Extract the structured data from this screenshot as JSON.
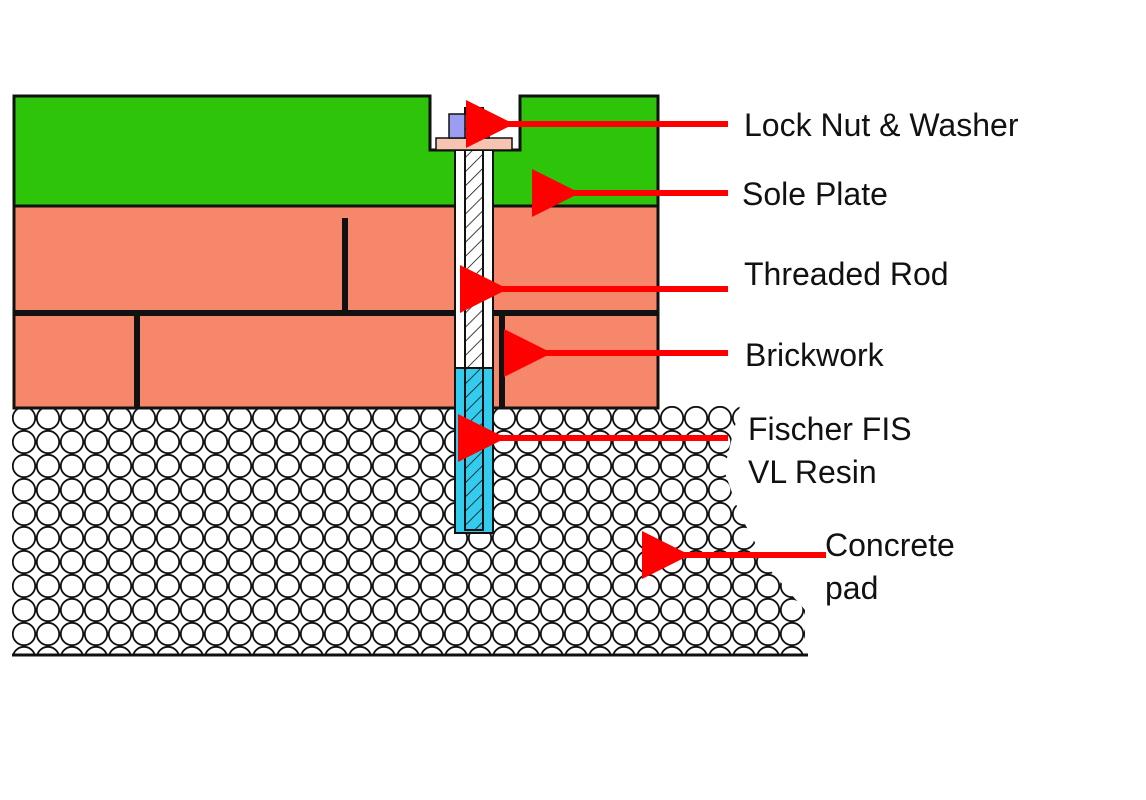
{
  "labels": {
    "lock_nut": "Lock Nut & Washer",
    "sole_plate": "Sole Plate",
    "threaded_rod": "Threaded Rod",
    "brickwork": "Brickwork",
    "resin_line1": "Fischer FIS",
    "resin_line2": "VL Resin",
    "concrete_line1": "Concrete",
    "concrete_line2": "pad"
  },
  "colors": {
    "sole_plate": "#2ec40a",
    "brick": "#f7876a",
    "mortar": "#111111",
    "resin": "#33ccee",
    "nut": "#9c9cf0",
    "washer": "#f7c4b4",
    "arrow": "#ff0000",
    "concrete_fill": "#ffffff",
    "outline": "#111111"
  }
}
